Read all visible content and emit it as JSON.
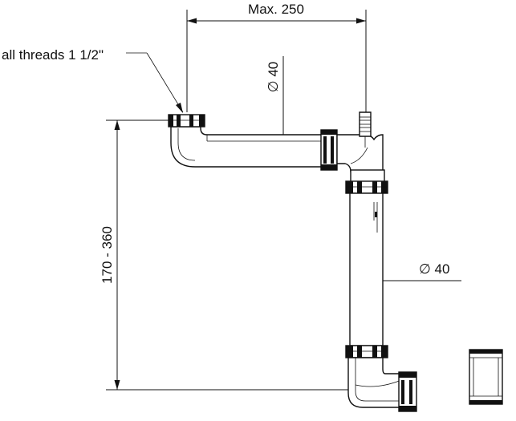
{
  "dimensions": {
    "max_width": "Max. 250",
    "height_range": "170 - 360",
    "diameter_upper": "∅ 40",
    "diameter_lower": "∅ 40"
  },
  "annotations": {
    "threads": "all threads 1 1/2\""
  }
}
